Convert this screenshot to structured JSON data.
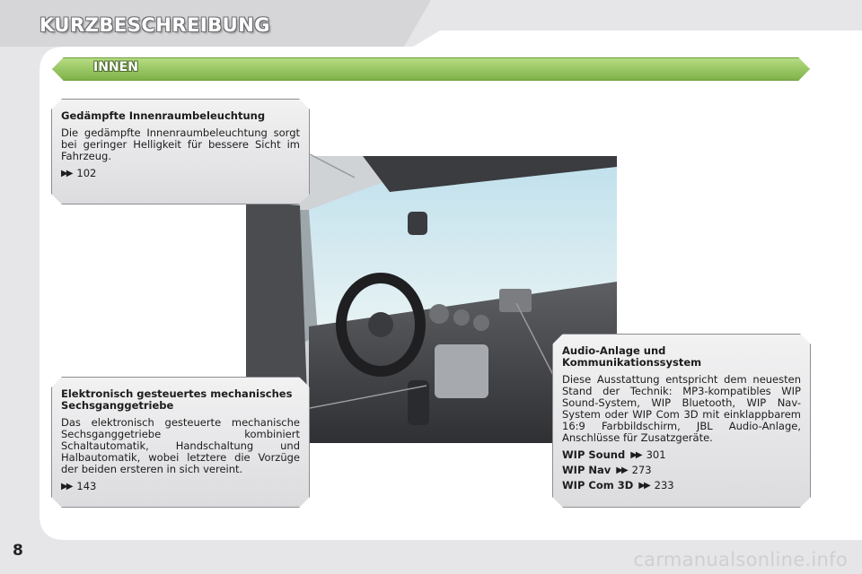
{
  "header": {
    "title": "KURZBESCHREIBUNG"
  },
  "section": {
    "label": "INNEN"
  },
  "callouts": {
    "lighting": {
      "title": "Gedämpfte Innenraumbeleuchtung",
      "text": "Die gedämpfte Innenraumbeleuchtung sorgt bei geringer Helligkeit für bessere Sicht im Fahrzeug.",
      "ref": "102"
    },
    "gearbox": {
      "title": "Elektronisch gesteuertes mechanisches Sechsganggetriebe",
      "text": "Das elektronisch gesteuerte mecha­nische Sechsganggetriebe kombiniert Schaltautomatik, Handschaltung und Halbautomatik, wobei letztere die Vorzü­ge der beiden ersteren in sich vereint.",
      "ref": "143"
    },
    "audio": {
      "title": "Audio-Anlage und Kommunikationssystem",
      "text": "Diese Ausstattung entspricht dem neu­esten Stand der Technik: MP3-kompatib­les WIP Sound-System, WIP Bluetooth, WIP Nav-System oder WIP Com 3D mit einklappbarem 16:9 Farbbildschirm, JBL Audio-Anlage, Anschlüsse für Zu­satzgeräte.",
      "refs": [
        {
          "label": "WIP Sound",
          "page": "301"
        },
        {
          "label": "WIP Nav",
          "page": "273"
        },
        {
          "label": "WIP Com 3D",
          "page": "233"
        }
      ]
    }
  },
  "footer": {
    "page_number": "8",
    "watermark": "carmanualsonline.info"
  },
  "icons": {
    "reference": "fast-forward-arrow-icon"
  },
  "colors": {
    "section_bar": "#8fc25a",
    "background": "#e6e6e8"
  }
}
